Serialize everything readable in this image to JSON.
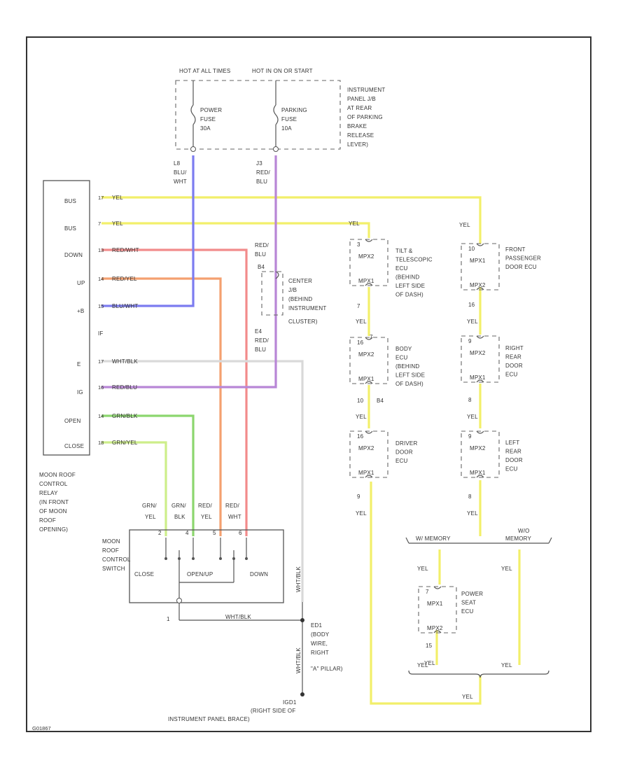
{
  "diagram": {
    "footer_code": "G01867",
    "fuse_block": {
      "hot_at_all_times": "HOT AT ALL TIMES",
      "hot_in_on": "HOT IN ON OR START",
      "power_fuse": [
        "POWER",
        "FUSE",
        "30A"
      ],
      "parking_fuse": [
        "PARKING",
        "FUSE",
        "10A"
      ],
      "location": [
        "INSTRUMENT",
        "PANEL J/B",
        "AT REAR",
        "OF PARKING",
        "BRAKE",
        "RELEASE",
        "LEVER)"
      ]
    },
    "wire_labels": {
      "left_top": [
        "L8",
        "BLU/",
        "WHT"
      ],
      "right_top": [
        "J3",
        "RED/",
        "BLU"
      ],
      "red_blu_1": [
        "RED/",
        "BLU"
      ],
      "red_blu_2": [
        "E4",
        "RED/",
        "BLU"
      ],
      "connector_b4": "B4"
    },
    "center_jb": [
      "CENTER",
      "J/B",
      "(BEHIND",
      "INSTRUMENT",
      "CLUSTER)"
    ],
    "relay": {
      "pins": [
        "BUS",
        "BUS",
        "DOWN",
        "UP",
        "+B",
        "IF",
        "E",
        "IG",
        "OPEN",
        "CLOSE"
      ],
      "pin_nums": [
        "17",
        "7",
        "13",
        "14",
        "15",
        "",
        "17",
        "16",
        "14",
        "18"
      ],
      "wire_colors": [
        "YEL",
        "YEL",
        "RED/WHT",
        "RED/YEL",
        "BLU/WHT",
        "",
        "WHT/BLK",
        "RED/BLU",
        "GRN/BLK",
        "GRN/YEL"
      ],
      "label": [
        "MOON ROOF",
        "CONTROL",
        "RELAY",
        "(IN FRONT",
        "OF MOON",
        "ROOF",
        "OPENING)"
      ]
    },
    "switch": {
      "wire_colors_top": [
        "GRN/",
        "GRN/",
        "RED/",
        "RED/"
      ],
      "wire_colors_bottom": [
        "YEL",
        "BLK",
        "YEL",
        "WHT"
      ],
      "pins": [
        "2",
        "4",
        "5",
        "6"
      ],
      "label": [
        "MOON",
        "ROOF",
        "CONTROL",
        "SWITCH"
      ],
      "positions": [
        "CLOSE",
        "OPEN/UP",
        "DOWN"
      ],
      "ground_pin": "1",
      "ground_wire": "WHT/BLK",
      "vertical_wire": "WHT/BLK"
    },
    "grounds": {
      "ground1": [
        "ED1",
        "(BODY",
        "WIRE,",
        "RIGHT",
        "\"A\" PILLAR)"
      ],
      "ground2": [
        "IGD1",
        "(RIGHT SIDE OF",
        "INSTRUMENT PANEL BRACE)"
      ],
      "ground_wire": "WHT/BLK"
    },
    "ecus": {
      "tilt": {
        "pin_top": "3",
        "mpx": "MPX2",
        "mpx_bottom": "MPX1",
        "pin_bottom": "7",
        "label": [
          "TILT &",
          "TELESCOPIC",
          "ECU",
          "(BEHIND",
          "LEFT SIDE",
          "OF DASH)"
        ]
      },
      "body": {
        "pin_top": "16",
        "pin_top2": "7",
        "mpx": "MPX2",
        "mpx_bottom": "MPX1",
        "pin_bottom": "10",
        "pin_bottom2": "B4",
        "label": [
          "BODY",
          "ECU",
          "(BEHIND",
          "LEFT SIDE",
          "OF DASH)"
        ]
      },
      "driver": {
        "pin_top": "16",
        "mpx": "MPX2",
        "mpx_bottom": "MPX1",
        "pin_bottom": "9",
        "label": [
          "DRIVER",
          "DOOR",
          "ECU"
        ]
      },
      "front_pass": {
        "pin_top": "10",
        "mpx": "MPX1",
        "mpx_bottom": "MPX2",
        "pin_bottom": "16",
        "label": [
          "FRONT",
          "PASSENGER",
          "DOOR ECU"
        ]
      },
      "right_rear": {
        "pin_top": "9",
        "mpx": "MPX2",
        "mpx_bottom": "MPX1",
        "pin_bottom": "8",
        "label": [
          "RIGHT",
          "REAR",
          "DOOR",
          "ECU"
        ]
      },
      "left_rear": {
        "pin_top": "9",
        "mpx": "MPX2",
        "mpx_bottom": "MPX1",
        "pin_bottom": "8",
        "label": [
          "LEFT",
          "REAR",
          "DOOR",
          "ECU"
        ]
      },
      "seat": {
        "pin_top": "7",
        "mpx": "MPX1",
        "mpx_bottom": "MPX2",
        "pin_bottom": "15",
        "label": [
          "POWER",
          "SEAT",
          "ECU"
        ]
      }
    },
    "memory": {
      "with": "W/ MEMORY",
      "without": [
        "W/O",
        "MEMORY"
      ]
    },
    "yel": "YEL"
  }
}
